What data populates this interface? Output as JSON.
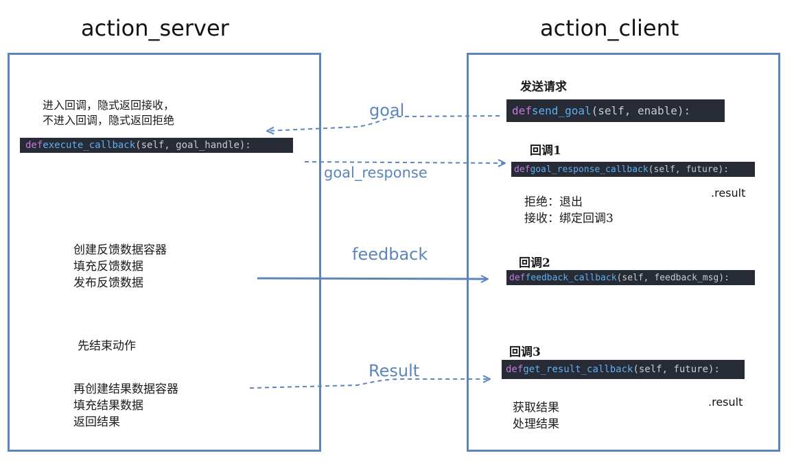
{
  "titles": {
    "server": "action_server",
    "client": "action_client"
  },
  "server": {
    "goal_text": [
      "进入回调，隐式返回接收，",
      "不进入回调，隐式返回拒绝"
    ],
    "execute_code": {
      "kw": "def",
      "fn": "execute_callback",
      "args": "(self, goal_handle):"
    },
    "feedback_text": [
      "创建反馈数据容器",
      "填充反馈数据",
      "发布反馈数据"
    ],
    "finish_text": "先结束动作",
    "result_text": [
      "再创建结果数据容器",
      "填充结果数据",
      "返回结果"
    ]
  },
  "client": {
    "send_label": "发送请求",
    "send_code": {
      "kw": "def",
      "fn": "send_goal",
      "args": "(self, enable):"
    },
    "cb1_label": "回调1",
    "cb1_code": {
      "kw": "def",
      "fn": "goal_response_callback",
      "args": "(self, future):"
    },
    "cb1_result": ".result",
    "cb1_text": [
      "拒绝：退出",
      "接收：绑定回调3"
    ],
    "cb2_label": "回调2",
    "cb2_code": {
      "kw": "def",
      "fn": "feedback_callback",
      "args": "(self, feedback_msg):"
    },
    "cb3_label": "回调3",
    "cb3_code": {
      "kw": "def",
      "fn": "get_result_callback",
      "args": "(self, future):"
    },
    "cb3_result": ".result",
    "cb3_text": [
      "获取结果",
      "处理结果"
    ]
  },
  "arrows": {
    "goal": "goal",
    "goal_response": "goal_response",
    "feedback": "feedback",
    "result": "Result",
    "color": "#5b85bb"
  }
}
